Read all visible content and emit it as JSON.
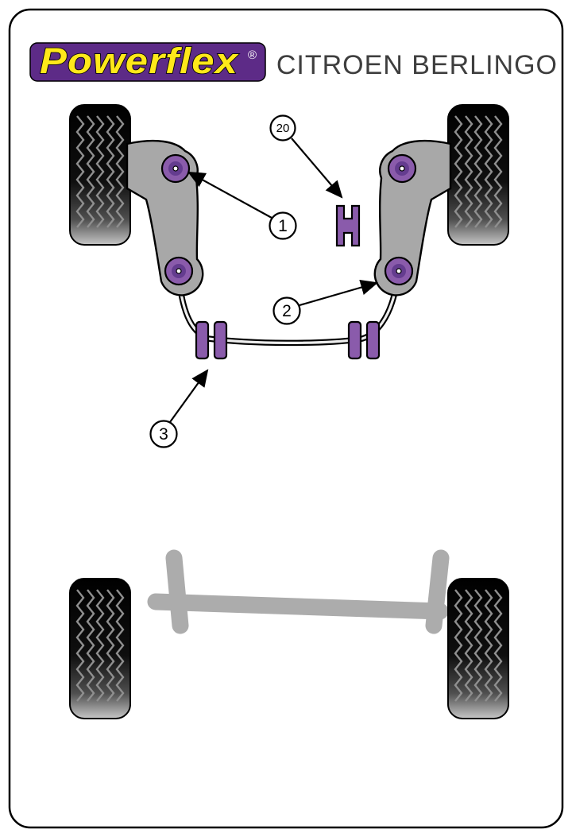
{
  "header": {
    "brand": "Powerflex",
    "registered": "®",
    "vehicle": "CITROEN BERLINGO"
  },
  "callouts": {
    "c1": "1",
    "c2": "2",
    "c3": "3",
    "c20": "20"
  },
  "colors": {
    "brand_purple": "#5D2B87",
    "brand_yellow": "#FFE81A",
    "bushing_purple": "#8A5BAB",
    "bushing_purple_dark": "#643C8F",
    "metal_gray": "#A8A8A8",
    "axle_gray": "#ACACAC",
    "title_gray": "#3E3E3E",
    "tread_gray": "#8F8F8F"
  }
}
